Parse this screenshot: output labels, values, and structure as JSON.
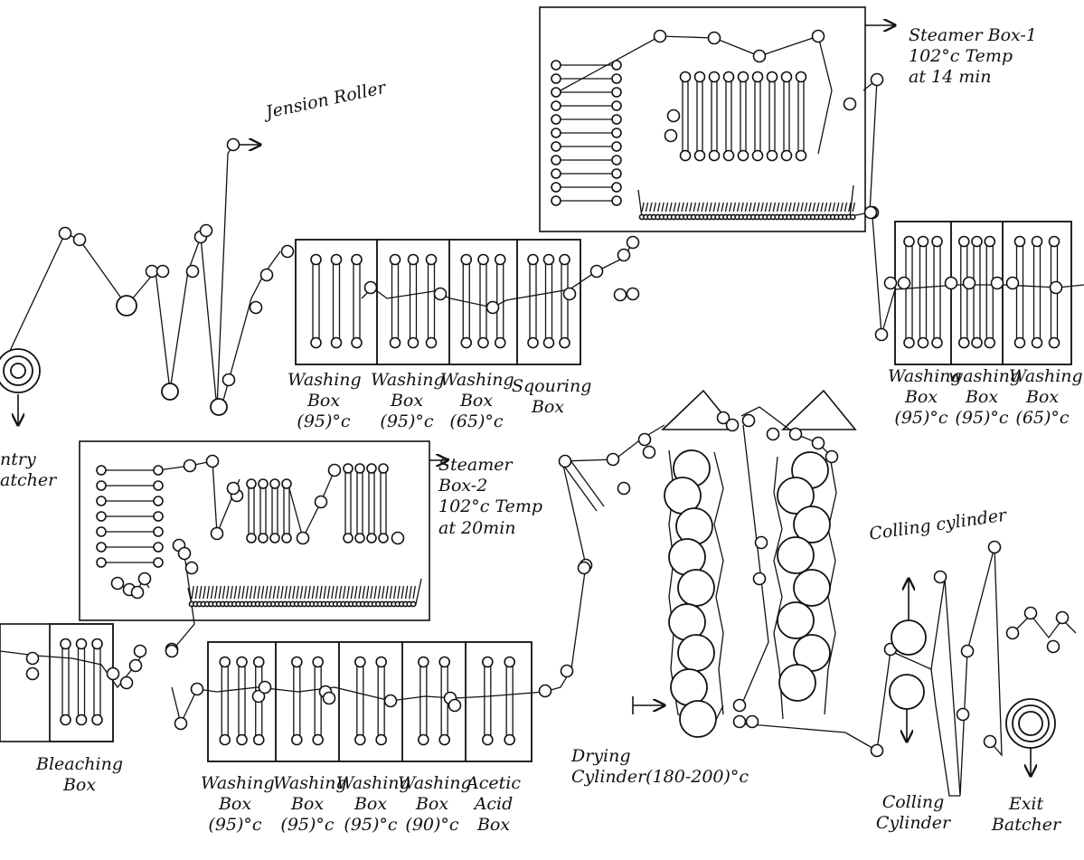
{
  "labels": {
    "tension_roller": "Jension Roller",
    "entry_batcher": "ntry\natcher",
    "steamer1": "Steamer Box-1\n102°c Temp\nat 14 min",
    "steamer2": "Steamer\nBox-2\n102°c Temp\nat 20min",
    "top_washing_1": "Washing\nBox\n(95)°c",
    "top_washing_2": "Washing\nBox\n(95)°c",
    "top_washing_3": "Washing\nBox\n(65)°c",
    "souring_box": "Sqouring\nBox",
    "right_washing_1": "Washing\nBox\n(95)°c",
    "right_washing_2": "washing\nBox\n(95)°c",
    "right_washing_3": "Washing\nBox\n(65)°c",
    "bleaching_box": "Bleaching\nBox",
    "bottom_washing_1": "Washing\nBox\n(95)°c",
    "bottom_washing_2": "Washing\nBox\n(95)°c",
    "bottom_washing_3": "Washing\nBox\n(95)°c",
    "bottom_washing_4": "Washing\nBox\n(90)°c",
    "acetic_acid_box": "Acetic\nAcid\nBox",
    "drying_cylinder": "Drying\nCylinder(180-200)°c",
    "colling_cylinder_top": "Colling cylinder",
    "colling_cylinder_bottom": "Colling\nCylinder",
    "exit_batcher": "Exit\nBatcher"
  }
}
